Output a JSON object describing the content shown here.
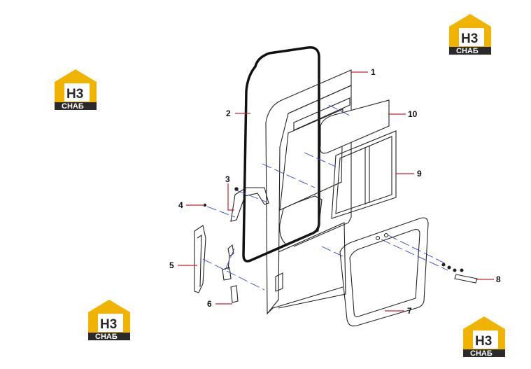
{
  "callouts": [
    {
      "id": "1",
      "text": "1"
    },
    {
      "id": "2",
      "text": "2"
    },
    {
      "id": "3",
      "text": "3"
    },
    {
      "id": "4",
      "text": "4"
    },
    {
      "id": "5",
      "text": "5"
    },
    {
      "id": "6",
      "text": "6"
    },
    {
      "id": "7",
      "text": "7"
    },
    {
      "id": "8",
      "text": "8"
    },
    {
      "id": "9",
      "text": "9"
    },
    {
      "id": "10",
      "text": "10"
    }
  ],
  "logo": {
    "mark": "H3",
    "text": "СНАБ"
  },
  "colors": {
    "leader": "#cc2233",
    "dash": "#3344cc",
    "line": "#222222",
    "logo_yellow": "#f0b400",
    "logo_dark": "#2a2a2a"
  }
}
